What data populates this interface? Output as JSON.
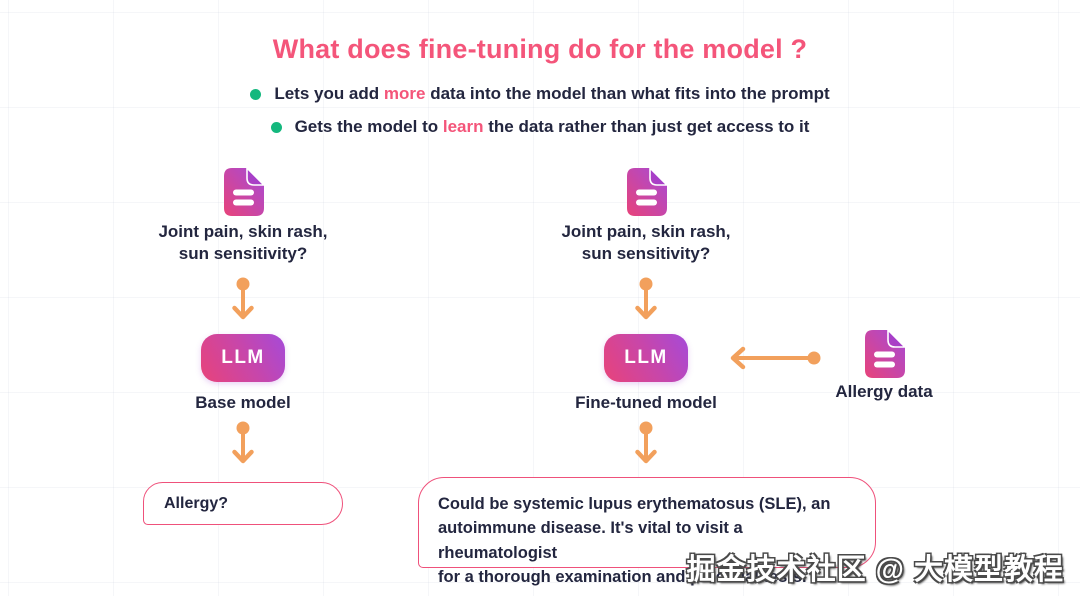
{
  "title": {
    "text": "What does fine-tuning do for the model ?"
  },
  "bullets": [
    {
      "pre": "Lets you add ",
      "highlight": "more",
      "post": " data into the model than what fits into the prompt"
    },
    {
      "pre": "Gets the model to ",
      "highlight": "learn",
      "post": " the data rather than just get access to it"
    }
  ],
  "left_flow": {
    "icon": "document-icon",
    "prompt": "Joint pain, skin rash,\nsun sensitivity?",
    "llm_label": "LLM",
    "model_label": "Base model",
    "answer": "Allergy?"
  },
  "right_flow": {
    "icon": "document-icon",
    "prompt": "Joint pain, skin rash,\nsun sensitivity?",
    "llm_label": "LLM",
    "model_label": "Fine-tuned model",
    "answer": "Could be systemic lupus erythematosus (SLE), an\nautoimmune disease. It's vital to visit a rheumatologist\nfor a thorough examination and potential tests."
  },
  "allergy_data": {
    "icon": "document-icon",
    "label": "Allergy data"
  },
  "watermark": {
    "text": "掘金技术社区 @ 大模型教程"
  },
  "colors": {
    "title_pink": "#f4557a",
    "highlight_pink": "#f4557a",
    "bullet_green": "#14b87e",
    "text_navy": "#23263f",
    "arrow_orange": "#f2a05c",
    "bubble_border_pink": "#ef517b",
    "icon_gradient_start": "#e8437a",
    "icon_gradient_end": "#a54ad9"
  }
}
